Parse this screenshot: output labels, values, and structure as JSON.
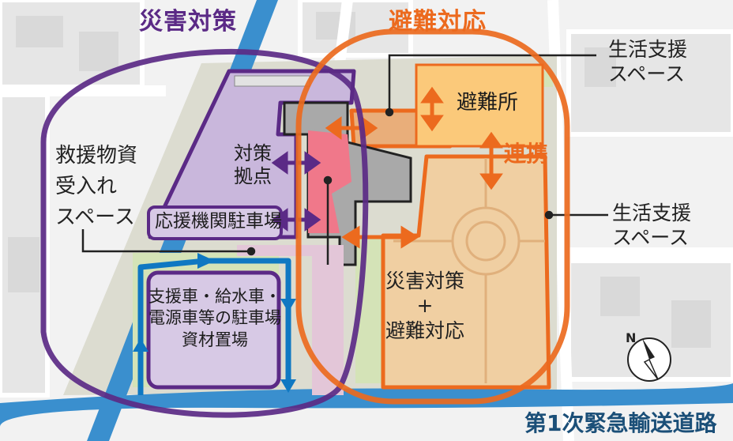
{
  "titles": {
    "disaster_measures": "災害対策",
    "evacuation_response": "避難対応"
  },
  "labels": {
    "life_support_top": [
      "生活支援",
      "スペース"
    ],
    "life_support_right": [
      "生活支援",
      "スペース"
    ],
    "evacuation_shelter": "避難所",
    "cooperation": "連携",
    "relief_supplies_space": [
      "救援物資",
      "受入れ",
      "スペース"
    ],
    "command_base": [
      "対策",
      "拠点"
    ],
    "support_agency_parking": "応援機関駐車場",
    "combined": [
      "災害対策",
      "+",
      "避難対応"
    ],
    "vehicle_parking": [
      "支援車・給水車・",
      "電源車等の駐車場",
      "資材置場"
    ],
    "road": "第1次緊急輸送道路"
  },
  "compass": {
    "label": "N"
  },
  "colors": {
    "purple": "#5b2a86",
    "orange": "#ec6a1e",
    "blue": "#0f78c2",
    "road_blue": "#2f86c9",
    "command_red": "#f0788a",
    "shelter_yellow": "#fbc97a",
    "support_space": "#f0cfa2",
    "lavender": "#c9b7dc"
  }
}
